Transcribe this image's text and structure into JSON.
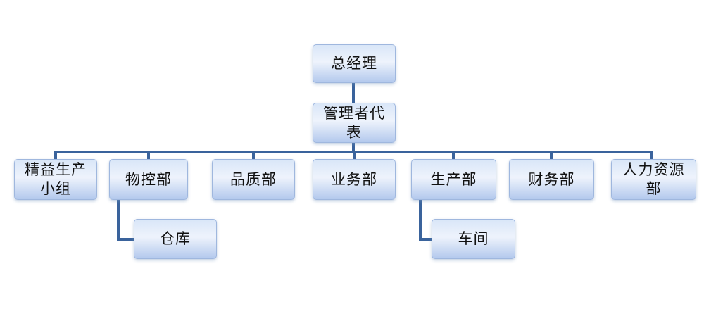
{
  "diagram": {
    "type": "org-chart",
    "nodes": [
      {
        "id": "general-manager",
        "label": "总经理",
        "level": 1
      },
      {
        "id": "management-representative",
        "label": "管理者代表",
        "level": 2
      },
      {
        "id": "lean-production-team",
        "label": "精益生产小组",
        "level": 3
      },
      {
        "id": "material-control-dept",
        "label": "物控部",
        "level": 3
      },
      {
        "id": "quality-dept",
        "label": "品质部",
        "level": 3
      },
      {
        "id": "business-dept",
        "label": "业务部",
        "level": 3
      },
      {
        "id": "production-dept",
        "label": "生产部",
        "level": 3
      },
      {
        "id": "finance-dept",
        "label": "财务部",
        "level": 3
      },
      {
        "id": "hr-dept",
        "label": "人力资源部",
        "level": 3
      },
      {
        "id": "warehouse",
        "label": "仓库",
        "level": 4
      },
      {
        "id": "workshop",
        "label": "车间",
        "level": 4
      }
    ],
    "edges": [
      {
        "from": "general-manager",
        "to": "management-representative"
      },
      {
        "from": "management-representative",
        "to": "lean-production-team"
      },
      {
        "from": "management-representative",
        "to": "material-control-dept"
      },
      {
        "from": "management-representative",
        "to": "quality-dept"
      },
      {
        "from": "management-representative",
        "to": "business-dept"
      },
      {
        "from": "management-representative",
        "to": "production-dept"
      },
      {
        "from": "management-representative",
        "to": "finance-dept"
      },
      {
        "from": "management-representative",
        "to": "hr-dept"
      },
      {
        "from": "material-control-dept",
        "to": "warehouse"
      },
      {
        "from": "production-dept",
        "to": "workshop"
      }
    ],
    "colors": {
      "background": "#ffffff",
      "box_fill_top": "#d9e6f8",
      "box_fill_mid": "#eef3fc",
      "box_fill_bottom": "#b3c9ed",
      "box_border": "#9fb7de",
      "connector": "#3a639c",
      "text": "#111111"
    }
  }
}
